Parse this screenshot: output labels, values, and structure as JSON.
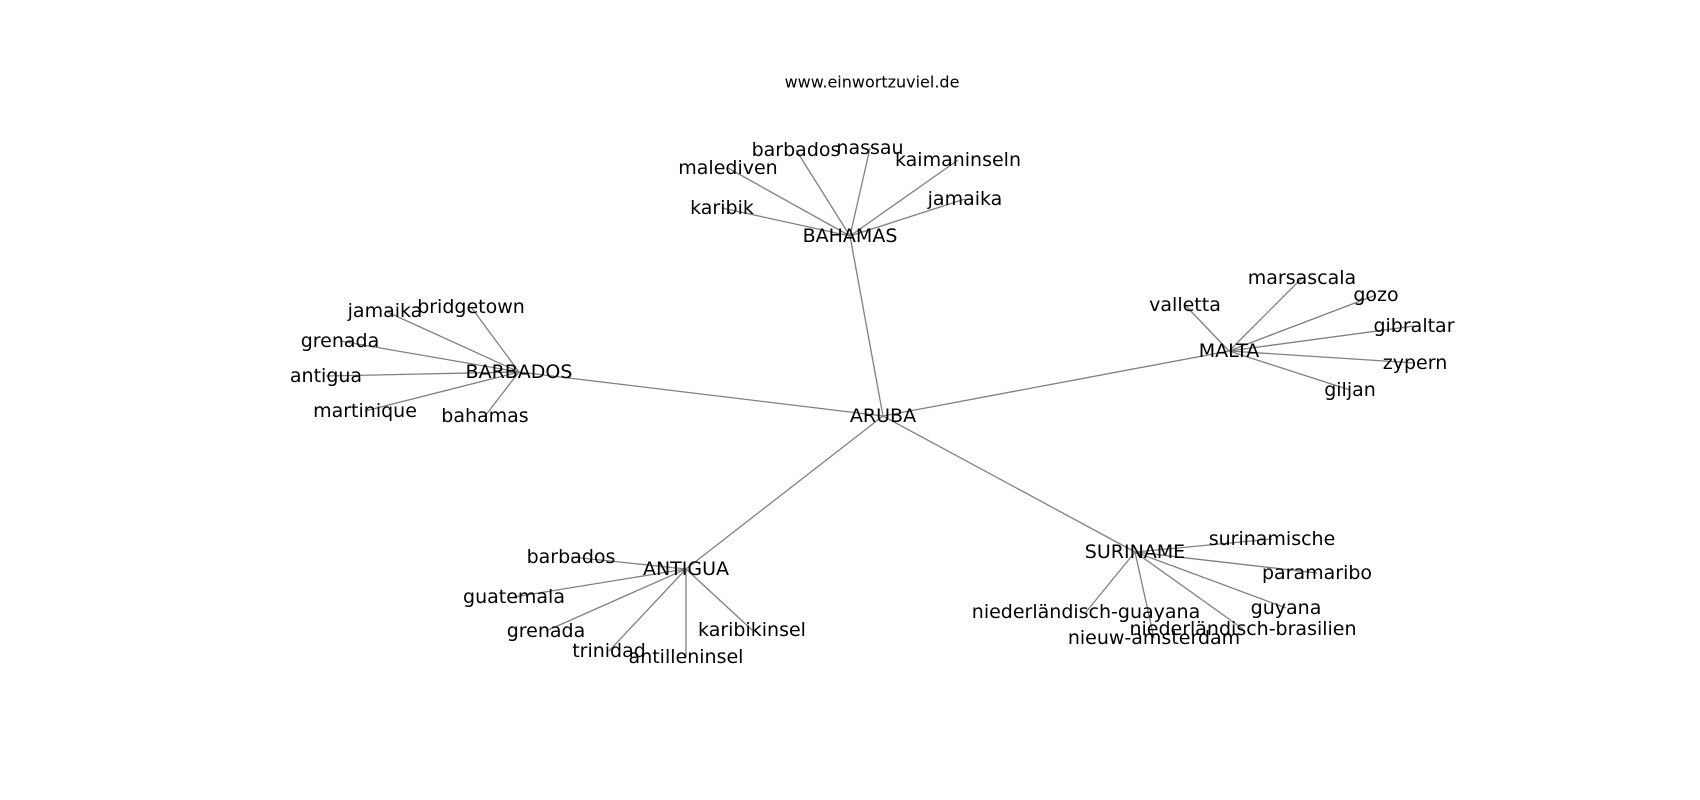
{
  "watermark": "www.einwortzuviel.de",
  "graph": {
    "root": "ARUBA",
    "hubs": [
      {
        "name": "BAHAMAS",
        "leaves": [
          "barbados",
          "nassau",
          "malediven",
          "kaimaninseln",
          "karibik",
          "jamaika"
        ]
      },
      {
        "name": "BARBADOS",
        "leaves": [
          "jamaika",
          "bridgetown",
          "grenada",
          "antigua",
          "martinique",
          "bahamas"
        ]
      },
      {
        "name": "MALTA",
        "leaves": [
          "marsascala",
          "valletta",
          "gozo",
          "gibraltar",
          "zypern",
          "giljan"
        ]
      },
      {
        "name": "ANTIGUA",
        "leaves": [
          "barbados",
          "guatemala",
          "grenada",
          "trinidad",
          "antilleninsel",
          "karibikinsel"
        ]
      },
      {
        "name": "SURINAME",
        "leaves": [
          "surinamische",
          "paramaribo",
          "guyana",
          "niederländisch-guayana",
          "niederländisch-brasilien",
          "nieuw-amsterdam"
        ]
      }
    ]
  }
}
